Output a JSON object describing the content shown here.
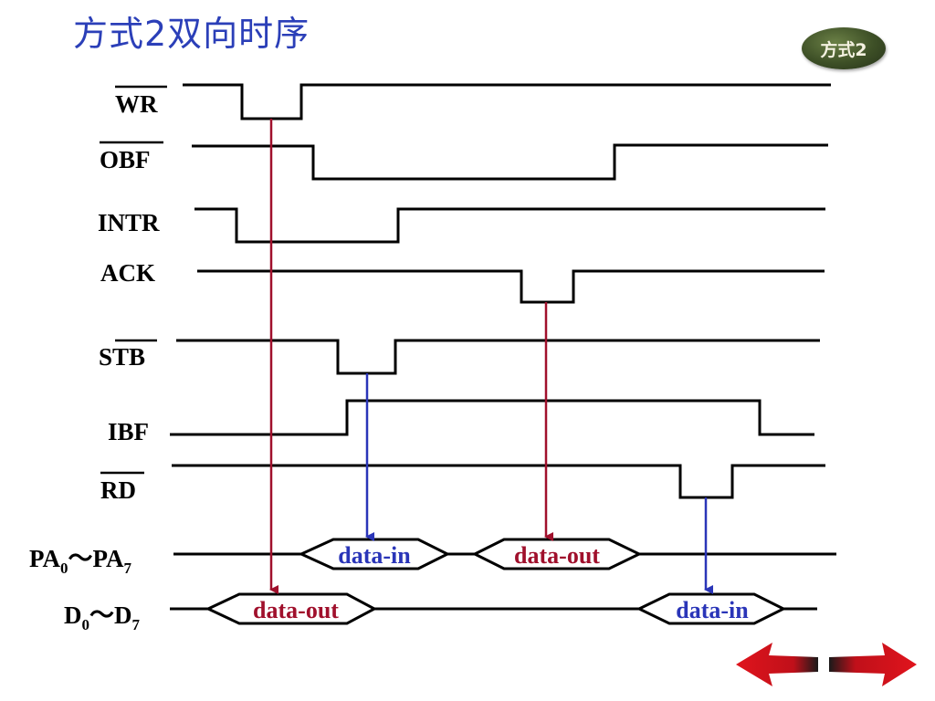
{
  "slide": {
    "title": "方式2双向时序",
    "badge": "方式2"
  },
  "signals": {
    "wr": "WR",
    "obf": "OBF",
    "intr": "INTR",
    "ack": "ACK",
    "stb": "STB",
    "ibf": "IBF",
    "rd": "RD",
    "pa": {
      "a": "PA",
      "a_sub": "0",
      "sep": "～",
      "b": "PA",
      "b_sub": "7"
    },
    "d": {
      "a": "D",
      "a_sub": "0",
      "sep": "～",
      "b": "D",
      "b_sub": "7"
    }
  },
  "bus_labels": {
    "pa_in": "data-in",
    "pa_out": "data-out",
    "d_out": "data-out",
    "d_in": "data-in"
  },
  "colors": {
    "title": "#2b3fb8",
    "data_out": "#a0102c",
    "data_in": "#2a35b8",
    "nav_arrow": "#e0141c"
  },
  "icons": {
    "back": "left-arrow-icon",
    "forward": "right-arrow-icon"
  }
}
